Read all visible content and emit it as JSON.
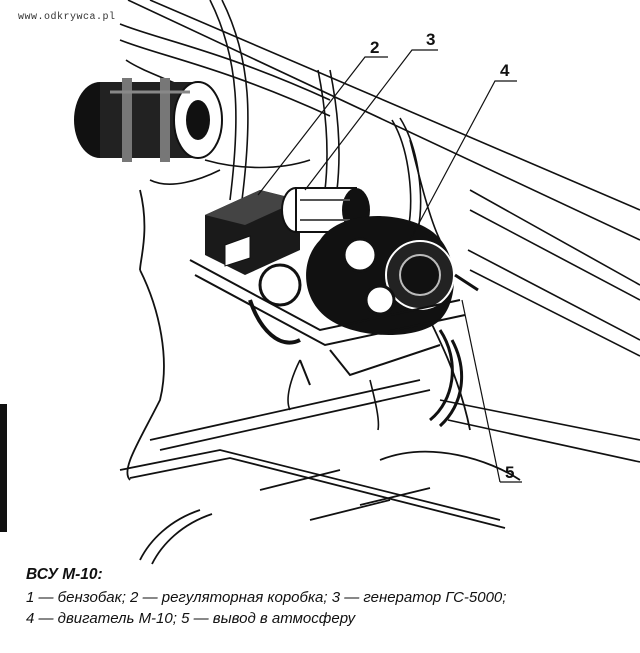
{
  "watermark": "www.odkrywca.pl",
  "caption": {
    "title": "ВСУ М-10:",
    "line1": "1 — бензобак; 2 — регуляторная коробка; 3 — генератор ГС-5000;",
    "line2": "4 — двигатель М-10; 5 — вывод в атмосферу"
  },
  "callouts": [
    "2",
    "3",
    "4",
    "5"
  ]
}
